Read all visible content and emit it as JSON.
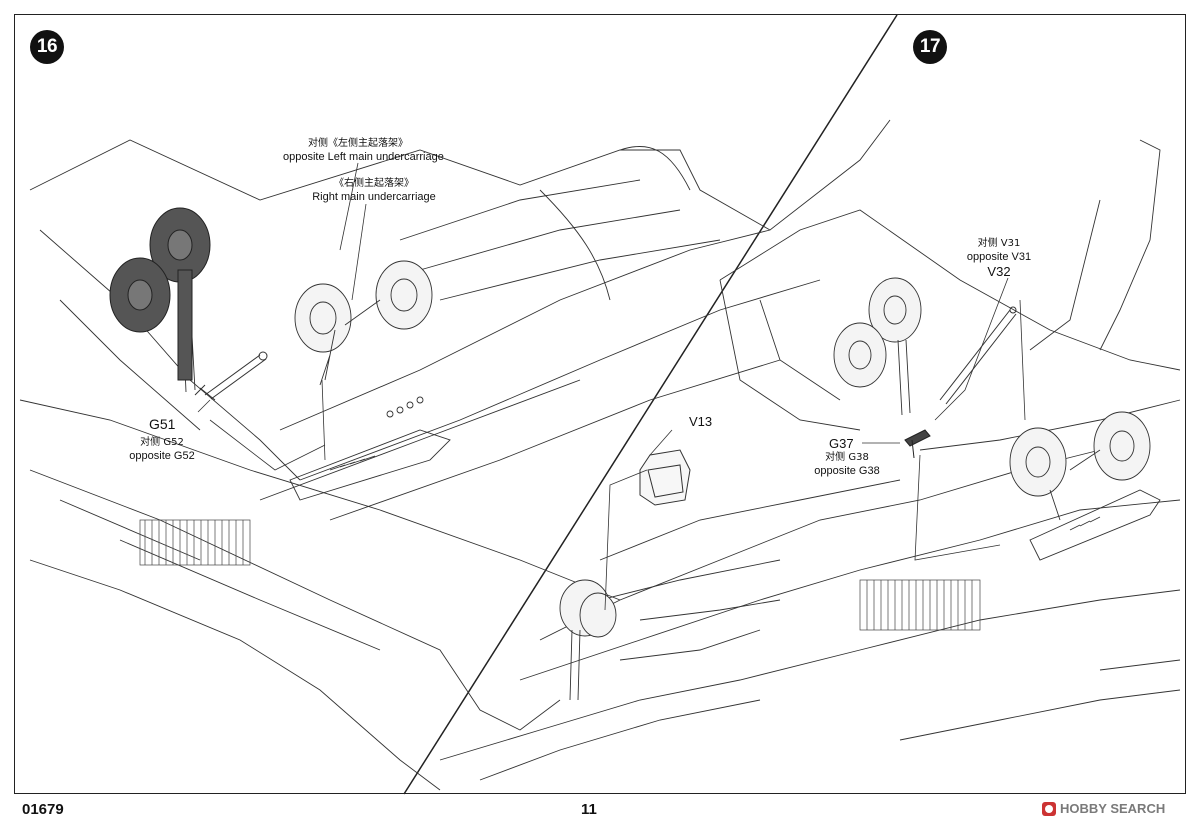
{
  "steps": [
    {
      "number": "16",
      "labels": {
        "opposite_left": {
          "cn": "对侧《左侧主起落架》",
          "en": "opposite Left main undercarriage"
        },
        "right_main": {
          "cn": "《右侧主起落架》",
          "en": "Right main undercarriage"
        }
      },
      "parts": {
        "g51": "G51",
        "g52_cn": "对侧 G52",
        "g52_en": "opposite G52"
      }
    },
    {
      "number": "17",
      "parts": {
        "v13": "V13",
        "v31_cn": "对侧 V31",
        "v31_en": "opposite V31",
        "v32": "V32",
        "g37": "G37",
        "g38_cn": "对侧 G38",
        "g38_en": "opposite G38"
      }
    }
  ],
  "footer": {
    "product_code": "01679",
    "page_number": "11",
    "watermark": "HOBBY SEARCH"
  },
  "colors": {
    "ink": "#111111",
    "paper": "#ffffff",
    "watermark": "#7a7a7a",
    "watermark_logo": "#cc3333"
  }
}
